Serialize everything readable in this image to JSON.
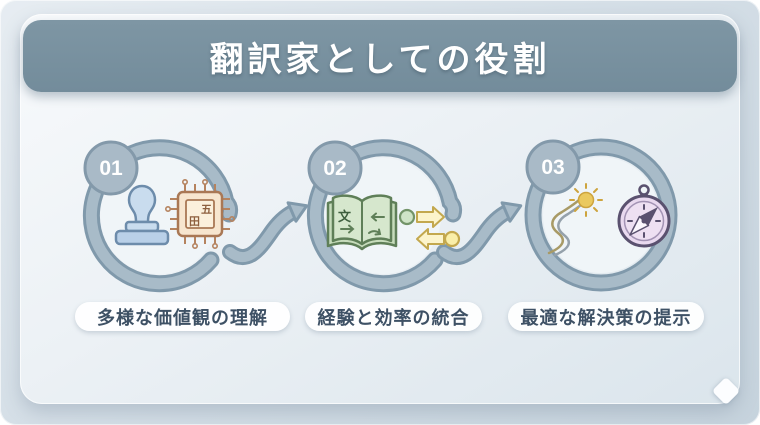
{
  "title": "翻訳家としての役割",
  "steps": [
    {
      "number": "01",
      "label": "多様な価値観の理解",
      "icons": [
        "stamp-icon",
        "chip-icon"
      ]
    },
    {
      "number": "02",
      "label": "経験と効率の統合",
      "icons": [
        "book-icon",
        "exchange-arrows-icon"
      ]
    },
    {
      "number": "03",
      "label": "最適な解決策の提示",
      "icons": [
        "winding-path-icon",
        "compass-icon"
      ]
    }
  ],
  "icon_glyphs": {
    "chip_glyph_1": "五",
    "chip_glyph_2": "田",
    "book_char": "文"
  },
  "colors": {
    "header": "#76909f",
    "ring": "#a8bbc8",
    "ring_outline": "#8099ab",
    "badge_fill": "#a9bac7",
    "label_text": "#3e5165",
    "card_bg": "#ecf1f5",
    "accent_green": "#cfe4c7",
    "accent_yellow": "#faefa9",
    "accent_purple": "#e9d9ef",
    "accent_tan": "#f7e6cf",
    "accent_blue": "#c9dcee"
  }
}
